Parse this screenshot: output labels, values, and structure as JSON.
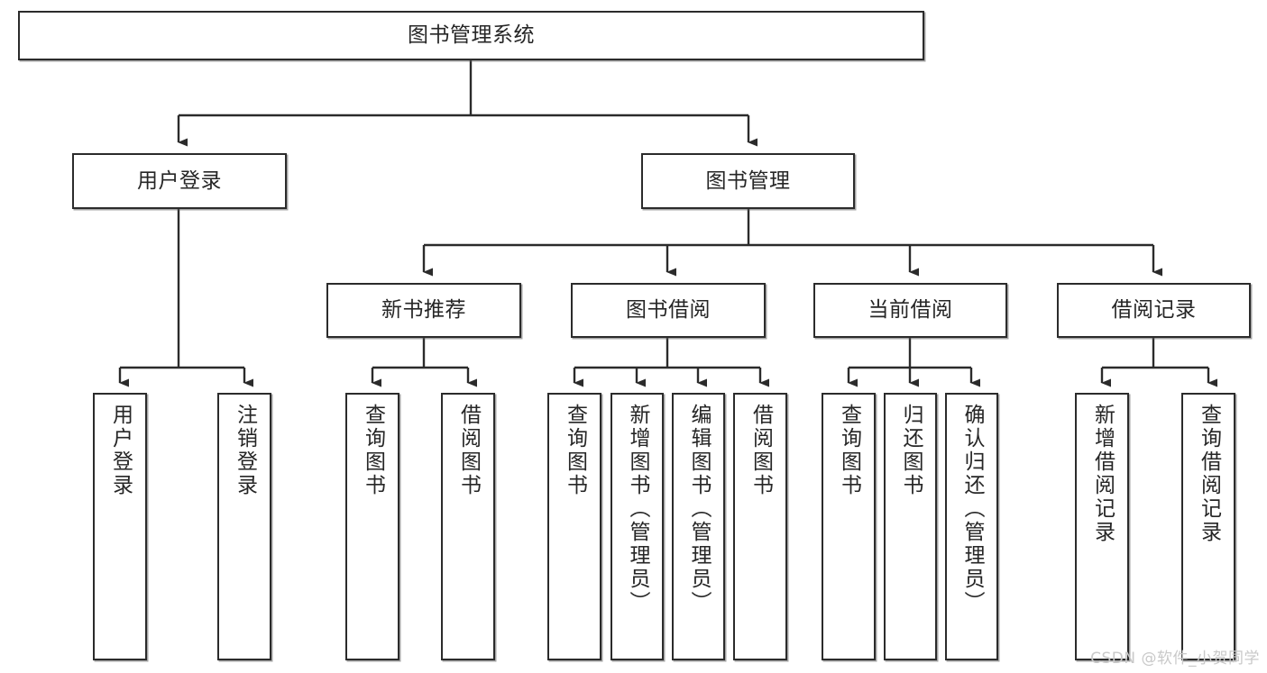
{
  "diagram": {
    "type": "tree-hierarchy",
    "title": "图书管理系统",
    "watermark": "CSDN @软件_小贺同学",
    "colors": {
      "background": "#ffffff",
      "box_fill": "#ffffff",
      "box_border": "#2b2b2b",
      "connector": "#2b2b2b",
      "text": "#262626",
      "watermark": "#c9c9c9"
    },
    "levels": {
      "level0": "系统",
      "level1": "模块",
      "level2": "子模块",
      "level3": "功能"
    }
  },
  "nodes": {
    "root": {
      "label": "图书管理系统"
    },
    "level1": [
      {
        "label": "用户登录"
      },
      {
        "label": "图书管理"
      }
    ],
    "level2": [
      {
        "label": "新书推荐"
      },
      {
        "label": "图书借阅"
      },
      {
        "label": "当前借阅"
      },
      {
        "label": "借阅记录"
      }
    ],
    "leaves": {
      "user_login": [
        {
          "label": "用户登录"
        },
        {
          "label": "注销登录"
        }
      ],
      "new_book_recommend": [
        {
          "label": "查询图书"
        },
        {
          "label": "借阅图书"
        }
      ],
      "book_borrow": [
        {
          "label": "查询图书"
        },
        {
          "label": "新增图书（管理员）"
        },
        {
          "label": "编辑图书（管理员）"
        },
        {
          "label": "借阅图书"
        }
      ],
      "current_borrow": [
        {
          "label": "查询图书"
        },
        {
          "label": "归还图书"
        },
        {
          "label": "确认归还（管理员）"
        }
      ],
      "borrow_record": [
        {
          "label": "新增借阅记录"
        },
        {
          "label": "查询借阅记录"
        }
      ]
    }
  }
}
